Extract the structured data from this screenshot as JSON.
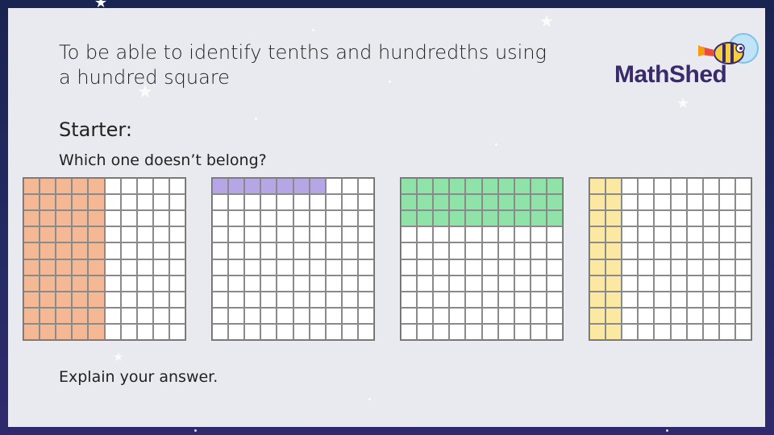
{
  "slide": {
    "title": "To be able to identify tenths and hundredths using a hundred square",
    "starter": "Starter:",
    "question": "Which one doesn’t belong?",
    "explain": "Explain your answer."
  },
  "logo": {
    "text": "MathShed",
    "color": "#3b2a6b"
  },
  "grids": [
    {
      "name": "hundred-square-orange",
      "shaded_cells": 50,
      "shading": "first 5 columns",
      "color": "#f5b895"
    },
    {
      "name": "hundred-square-purple",
      "shaded_cells": 7,
      "shading": "first 7 cells of top row",
      "color": "#b7a6e6"
    },
    {
      "name": "hundred-square-green",
      "shaded_cells": 30,
      "shading": "first 3 rows",
      "color": "#8fe3a8"
    },
    {
      "name": "hundred-square-yellow",
      "shaded_cells": 20,
      "shading": "first 2 columns",
      "color": "#fbe8a2"
    }
  ],
  "colors": {
    "background_space": "#1f2658",
    "slide": "#e8eaef"
  }
}
